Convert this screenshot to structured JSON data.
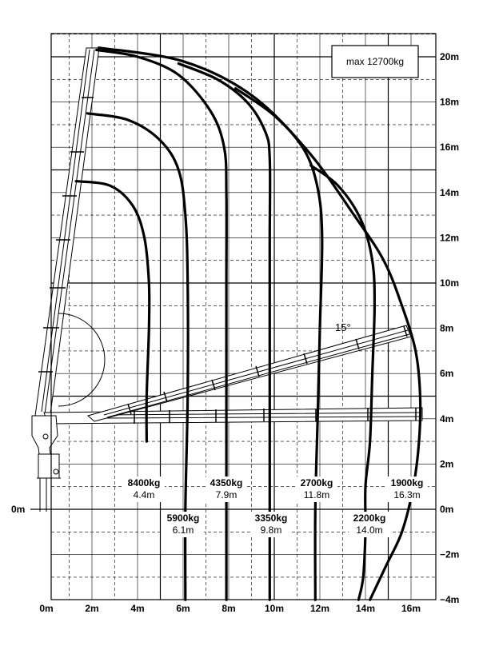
{
  "chart_data": {
    "type": "line",
    "title": "",
    "x_ticks": [
      "0m",
      "2m",
      "4m",
      "6m",
      "8m",
      "10m",
      "12m",
      "14m",
      "16m"
    ],
    "y_ticks_right": [
      "−4m",
      "−2m",
      "0m",
      "2m",
      "4m",
      "6m",
      "8m",
      "10m",
      "12m",
      "14m",
      "16m",
      "18m",
      "20m"
    ],
    "y_label_left_zero": "0m",
    "xlim": [
      0,
      17
    ],
    "ylim": [
      -4,
      21
    ],
    "max_label": "max 12700kg",
    "angle_label": "15°",
    "curves": [
      {
        "kg": "8400kg",
        "reach": "4.4m",
        "points": [
          [
            1.3,
            14.5
          ],
          [
            2.8,
            14.3
          ],
          [
            3.8,
            13.4
          ],
          [
            4.3,
            12
          ],
          [
            4.5,
            10
          ],
          [
            4.5,
            8
          ],
          [
            4.4,
            5
          ],
          [
            4.4,
            3
          ]
        ]
      },
      {
        "kg": "5900kg",
        "reach": "6.1m",
        "points": [
          [
            1.8,
            17.5
          ],
          [
            3.6,
            17.2
          ],
          [
            5.0,
            16.3
          ],
          [
            5.8,
            15
          ],
          [
            6.1,
            13
          ],
          [
            6.2,
            10
          ],
          [
            6.2,
            5
          ],
          [
            6.1,
            0
          ],
          [
            6.1,
            -4
          ]
        ]
      },
      {
        "kg": "4350kg",
        "reach": "7.9m",
        "points": [
          [
            2.2,
            20.3
          ],
          [
            4.0,
            20.0
          ],
          [
            5.8,
            19.2
          ],
          [
            7.2,
            17.6
          ],
          [
            7.8,
            16
          ],
          [
            7.9,
            14
          ],
          [
            7.9,
            10
          ],
          [
            7.9,
            5
          ],
          [
            7.9,
            0
          ],
          [
            7.9,
            -4
          ]
        ]
      },
      {
        "kg": "3350kg",
        "reach": "9.8m",
        "points": [
          [
            5.8,
            19.7
          ],
          [
            7.5,
            19.0
          ],
          [
            8.8,
            18.0
          ],
          [
            9.6,
            16.7
          ],
          [
            9.8,
            15.5
          ],
          [
            9.8,
            12
          ],
          [
            9.8,
            8
          ],
          [
            9.8,
            4
          ],
          [
            9.8,
            0
          ],
          [
            9.8,
            -4
          ]
        ]
      },
      {
        "kg": "2700kg",
        "reach": "11.8m",
        "points": [
          [
            8.3,
            18.6
          ],
          [
            10.0,
            17.4
          ],
          [
            11.3,
            15.9
          ],
          [
            11.9,
            14.2
          ],
          [
            12.1,
            12
          ],
          [
            12.0,
            8
          ],
          [
            11.9,
            4
          ],
          [
            11.8,
            0
          ],
          [
            11.8,
            -4
          ]
        ]
      },
      {
        "kg": "2200kg",
        "reach": "14.0m",
        "points": [
          [
            11.6,
            15.2
          ],
          [
            12.8,
            14.3
          ],
          [
            13.8,
            12.8
          ],
          [
            14.3,
            11
          ],
          [
            14.4,
            9
          ],
          [
            14.3,
            6
          ],
          [
            14.2,
            3
          ],
          [
            14.0,
            1
          ],
          [
            14.0,
            -1
          ],
          [
            13.9,
            -3
          ],
          [
            13.7,
            -4
          ]
        ]
      },
      {
        "kg": "1900kg",
        "reach": "16.3m",
        "points": [
          [
            2.3,
            20.4
          ],
          [
            6.0,
            19.8
          ],
          [
            9.0,
            18.3
          ],
          [
            11.5,
            15.8
          ],
          [
            13.5,
            13
          ],
          [
            14.8,
            11
          ],
          [
            15.6,
            9
          ],
          [
            16.2,
            7
          ],
          [
            16.4,
            5
          ],
          [
            16.35,
            3
          ],
          [
            16.1,
            1
          ],
          [
            15.6,
            -1
          ],
          [
            14.9,
            -2.5
          ],
          [
            14.2,
            -4
          ]
        ]
      }
    ]
  }
}
